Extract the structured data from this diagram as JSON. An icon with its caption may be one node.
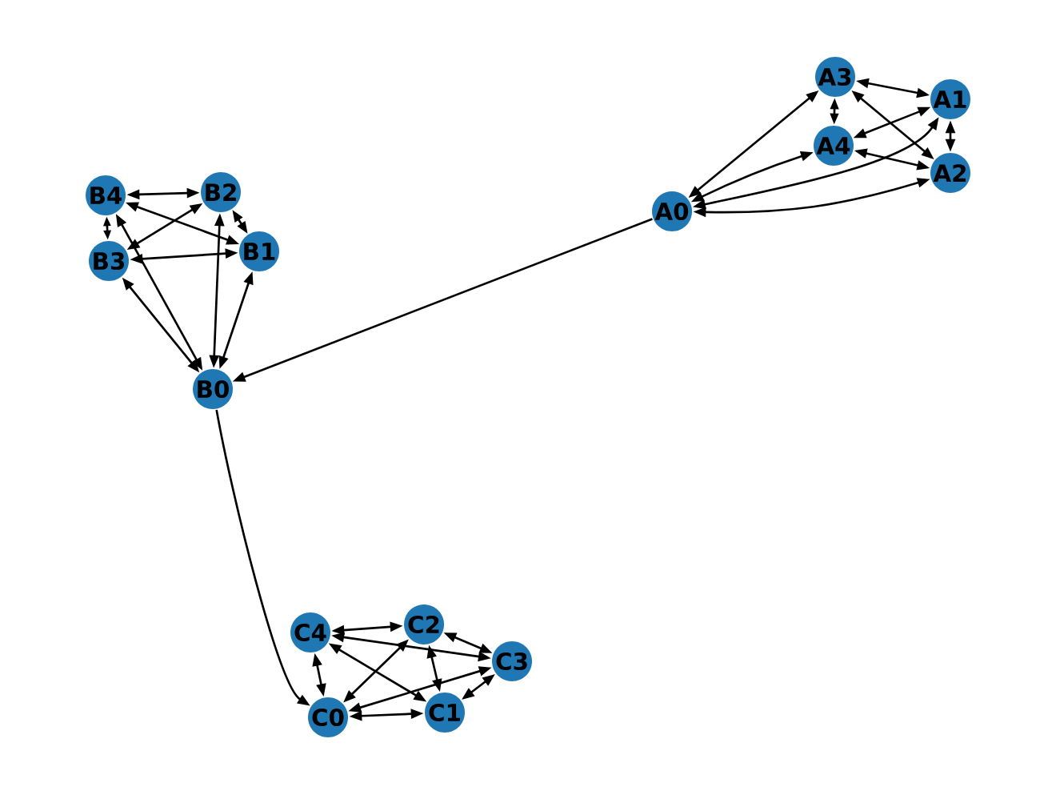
{
  "diagram": {
    "nodes": [
      {
        "text": [
          "A0"
        ]
      },
      {
        "text": [
          "A1"
        ]
      },
      {
        "text": [
          "A2"
        ]
      },
      {
        "text": [
          "A3"
        ]
      },
      {
        "text": [
          "A4"
        ]
      },
      {
        "text": [
          "B0"
        ]
      },
      {
        "text": [
          "B1"
        ]
      },
      {
        "text": [
          "B2"
        ]
      },
      {
        "text": [
          "B3"
        ]
      },
      {
        "text": [
          "B4"
        ]
      },
      {
        "text": [
          "C0"
        ]
      },
      {
        "text": [
          "C1"
        ]
      },
      {
        "text": [
          "C2"
        ]
      },
      {
        "text": [
          "C3"
        ]
      },
      {
        "text": [
          "C4"
        ]
      }
    ],
    "edges": [
      {
        "from": 0,
        "to": 1,
        "arrow": "both"
      },
      {
        "from": 0,
        "to": 2,
        "arrow": "both"
      },
      {
        "from": 0,
        "to": 3,
        "arrow": "both"
      },
      {
        "from": 0,
        "to": 4,
        "arrow": "both"
      },
      {
        "from": 1,
        "to": 2,
        "arrow": "both"
      },
      {
        "from": 1,
        "to": 3,
        "arrow": "both"
      },
      {
        "from": 1,
        "to": 4,
        "arrow": "both"
      },
      {
        "from": 2,
        "to": 3,
        "arrow": "both"
      },
      {
        "from": 2,
        "to": 4,
        "arrow": "both"
      },
      {
        "from": 3,
        "to": 4,
        "arrow": "both"
      },
      {
        "from": 5,
        "to": 6,
        "arrow": "both"
      },
      {
        "from": 5,
        "to": 7,
        "arrow": "both"
      },
      {
        "from": 5,
        "to": 8,
        "arrow": "both"
      },
      {
        "from": 5,
        "to": 9,
        "arrow": "both"
      },
      {
        "from": 6,
        "to": 7,
        "arrow": "both"
      },
      {
        "from": 6,
        "to": 8,
        "arrow": "both"
      },
      {
        "from": 6,
        "to": 9,
        "arrow": "both"
      },
      {
        "from": 7,
        "to": 8,
        "arrow": "both"
      },
      {
        "from": 7,
        "to": 9,
        "arrow": "both"
      },
      {
        "from": 8,
        "to": 9,
        "arrow": "both"
      },
      {
        "from": 10,
        "to": 11,
        "arrow": "both"
      },
      {
        "from": 10,
        "to": 12,
        "arrow": "both"
      },
      {
        "from": 10,
        "to": 13,
        "arrow": "both"
      },
      {
        "from": 10,
        "to": 14,
        "arrow": "both"
      },
      {
        "from": 11,
        "to": 12,
        "arrow": "both"
      },
      {
        "from": 11,
        "to": 13,
        "arrow": "both"
      },
      {
        "from": 11,
        "to": 14,
        "arrow": "both"
      },
      {
        "from": 12,
        "to": 13,
        "arrow": "both"
      },
      {
        "from": 12,
        "to": 14,
        "arrow": "both"
      },
      {
        "from": 13,
        "to": 14,
        "arrow": "both"
      },
      {
        "from": 0,
        "to": 5,
        "arrow": "to"
      },
      {
        "from": 5,
        "to": 10,
        "arrow": "to"
      }
    ]
  }
}
